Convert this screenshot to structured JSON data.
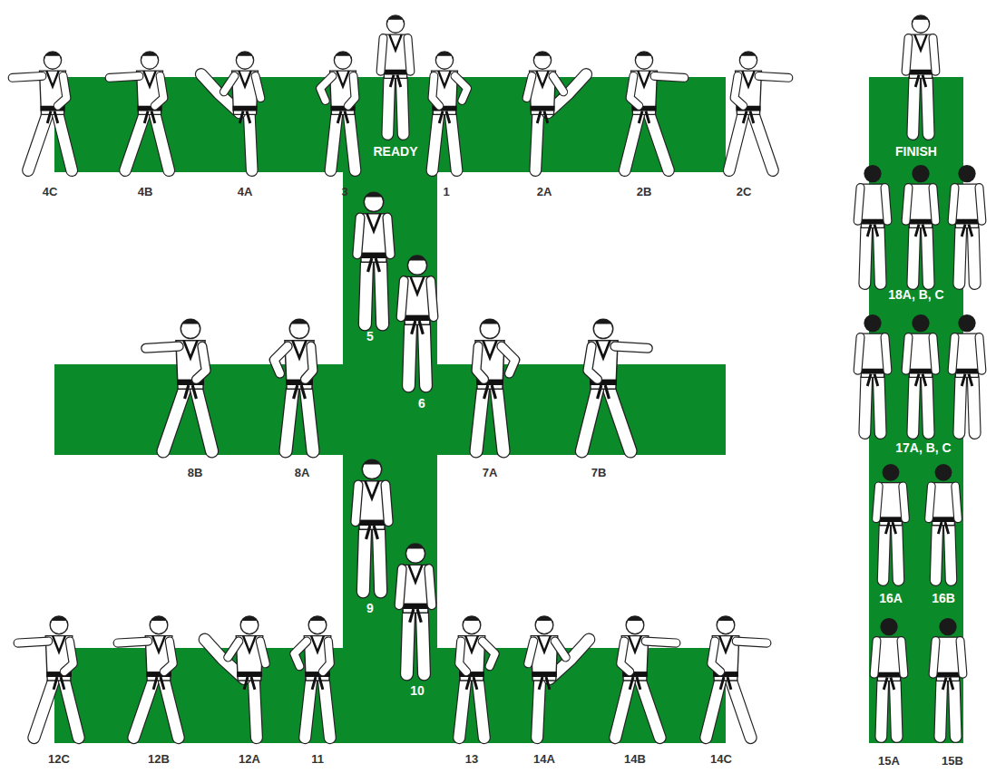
{
  "diagram": {
    "nodes": [
      {
        "text": [
          "READY",
          "5",
          "6",
          "9",
          "10"
        ]
      },
      {
        "text": [
          "FINISH",
          "18A, B, C",
          "17A, B, C",
          "16A",
          "16B"
        ]
      }
    ],
    "labels": [
      "4C",
      "4B",
      "4A",
      "3",
      "1",
      "2A",
      "2B",
      "2C",
      "8B",
      "8A",
      "7A",
      "7B",
      "12C",
      "12B",
      "12A",
      "11",
      "13",
      "14A",
      "14B",
      "14C",
      "15A",
      "15B"
    ]
  }
}
